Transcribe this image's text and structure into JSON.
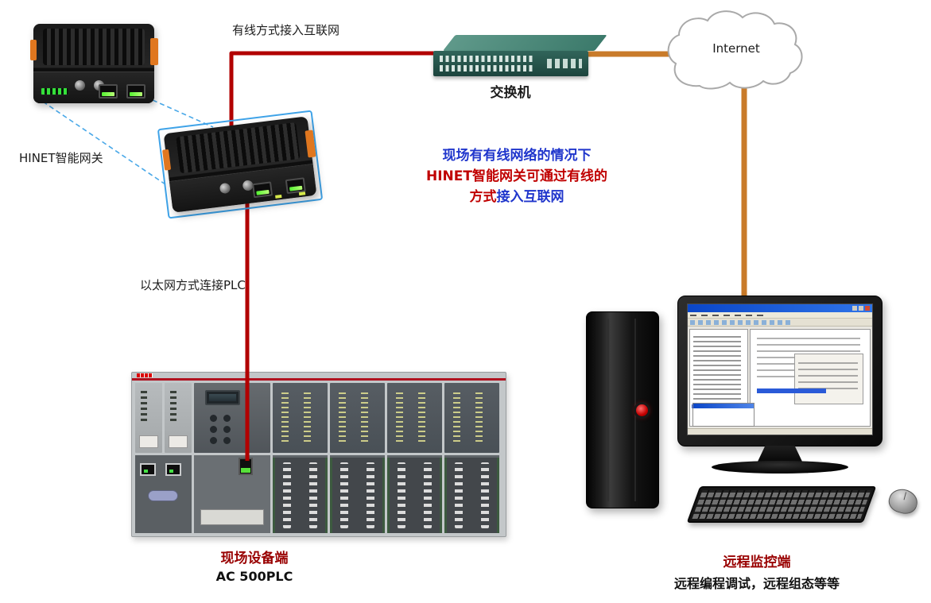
{
  "diagram": {
    "gateway_label": "HINET智能网关",
    "wired_link_label": "有线方式接入互联网",
    "switch_label": "交换机",
    "internet_label": "Internet",
    "plc_link_label": "以太网方式连接PLC",
    "note": {
      "line1": "现场有有线网络的情况下",
      "line2": "HINET智能网关可通过有线的",
      "line3_red": "方式",
      "line3_blue": "接入互联网"
    },
    "site": {
      "title": "现场设备端",
      "subtitle": "AC 500PLC"
    },
    "remote": {
      "title": "远程监控端",
      "subtitle": "远程编程调试，远程组态等等"
    }
  },
  "colors": {
    "red_line": "#b20000",
    "orange_line": "#c97b2a",
    "callout_blue": "#49a8e8",
    "note_blue": "#2036cc",
    "note_red": "#c00000",
    "heading_red": "#990000"
  }
}
